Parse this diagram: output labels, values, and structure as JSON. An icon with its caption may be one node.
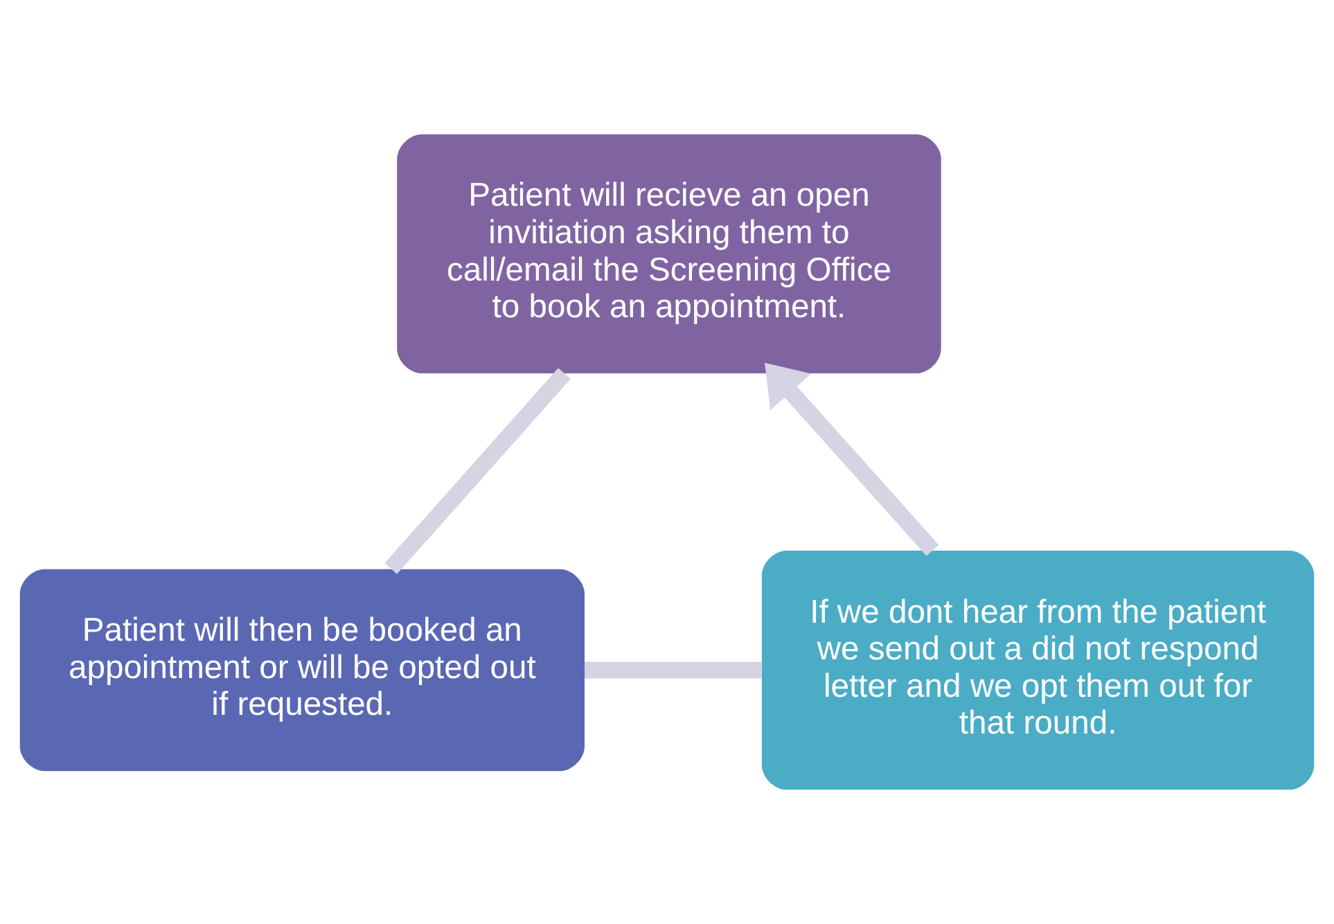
{
  "diagram": {
    "nodes": [
      {
        "text": [
          "Patient will recieve an open invitiation asking them to call/email the Screening Office to book an appointment."
        ]
      },
      {
        "text": [
          "Patient will then be booked an appointment or will be opted out if requested."
        ]
      },
      {
        "text": [
          "If we dont hear from the patient we send out a did not respond letter and we opt them out for that round."
        ]
      }
    ],
    "edges": [
      {
        "from": 0,
        "to": 1,
        "arrow": "none"
      },
      {
        "from": 1,
        "to": 2,
        "arrow": "none"
      },
      {
        "from": 2,
        "to": 0,
        "arrow": "to"
      }
    ]
  }
}
